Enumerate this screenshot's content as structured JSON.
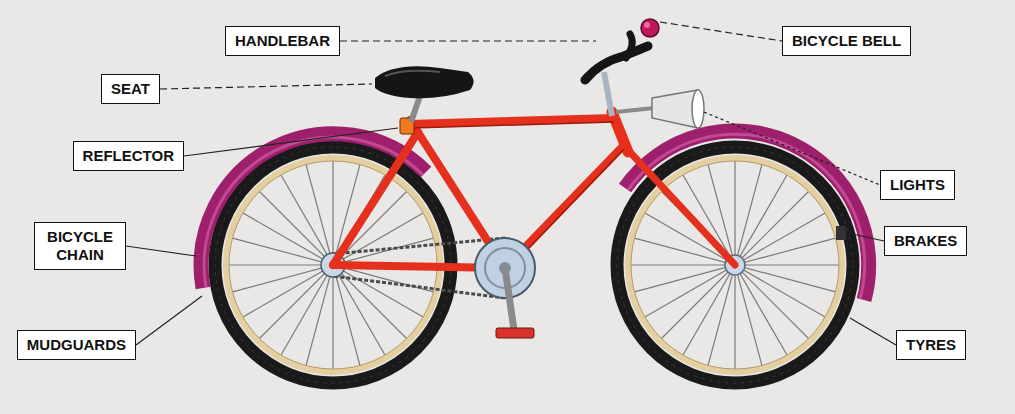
{
  "diagram": {
    "nodes": [
      {
        "text": [
          "HANDLEBAR"
        ]
      },
      {
        "text": [
          "BICYCLE BELL"
        ]
      },
      {
        "text": [
          "SEAT"
        ]
      },
      {
        "text": [
          "REFLECTOR"
        ]
      },
      {
        "text": [
          "LIGHTS"
        ]
      },
      {
        "text": [
          "BICYCLE CHAIN"
        ]
      },
      {
        "text": [
          "BRAKES"
        ]
      },
      {
        "text": [
          "MUDGUARDS"
        ]
      },
      {
        "text": [
          "TYRES"
        ]
      }
    ]
  }
}
